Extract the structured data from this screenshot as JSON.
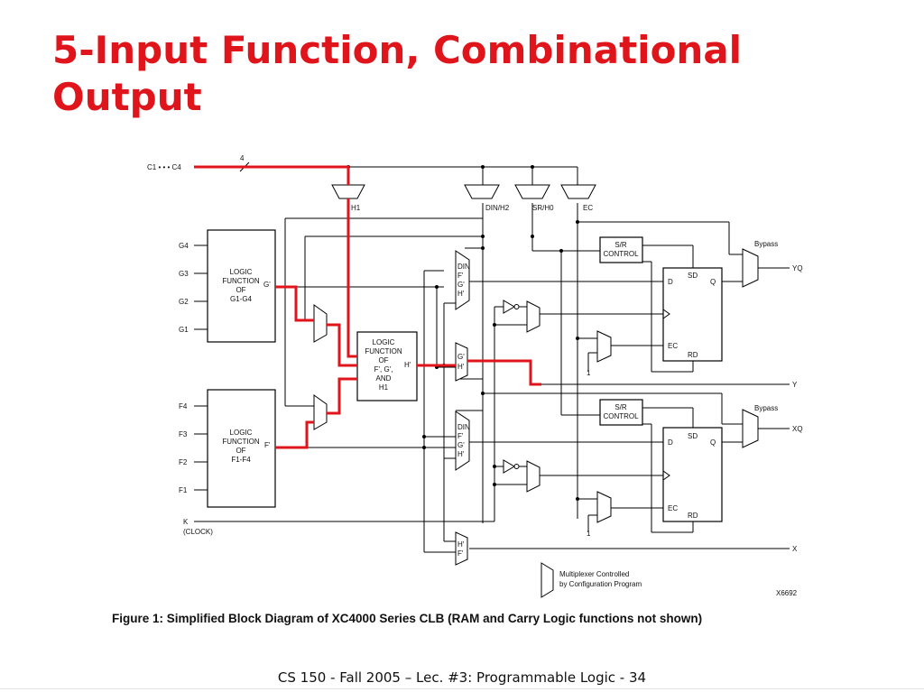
{
  "slide": {
    "title_line1": "5-Input Function, Combinational",
    "title_line2": "Output",
    "footer": "CS 150 - Fall 2005 – Lec. #3: Programmable Logic - 34"
  },
  "colors": {
    "title": "#e0151b",
    "highlight": "#e0151b",
    "wire": "#000000"
  },
  "diagram": {
    "inputs": {
      "c_bus": "C1 • • • C4",
      "bus_width": "4",
      "g4": "G4",
      "g3": "G3",
      "g2": "G2",
      "g1": "G1",
      "f4": "F4",
      "f3": "F3",
      "f2": "F2",
      "f1": "F1",
      "k": "K",
      "clock": "(CLOCK)"
    },
    "top_muxes": {
      "h1": "H1",
      "din_h2": "DIN/H2",
      "sr_h0": "SR/H0",
      "ec": "EC"
    },
    "logic_g": [
      "LOGIC",
      "FUNCTION",
      "OF",
      "G1-G4"
    ],
    "logic_f": [
      "LOGIC",
      "FUNCTION",
      "OF",
      "F1-F4"
    ],
    "logic_h": [
      "LOGIC",
      "FUNCTION",
      "OF",
      "F', G',",
      "AND",
      "H1"
    ],
    "g_prime": "G'",
    "f_prime": "F'",
    "h_prime": "H'",
    "mux_upper": [
      "DIN",
      "F'",
      "G'",
      "H'"
    ],
    "mux_lower": [
      "DIN",
      "F'",
      "G'",
      "H'"
    ],
    "mux_y": [
      "G'",
      "H'"
    ],
    "mux_x": [
      "H'",
      "F'"
    ],
    "sr_control": [
      "S/R",
      "CONTROL"
    ],
    "ff": {
      "sd": "SD",
      "d": "D",
      "q": "Q",
      "ec": "EC",
      "rd": "RD"
    },
    "one": "1",
    "bypass": "Bypass",
    "outputs": {
      "yq": "YQ",
      "y": "Y",
      "xq": "XQ",
      "x": "X"
    },
    "legend_line1": "Multiplexer Controlled",
    "legend_line2": "by Configuration Program",
    "part_number": "X6692",
    "caption": "Figure 1:   Simplified Block Diagram of XC4000 Series CLB (RAM and Carry Logic functions not shown)"
  }
}
